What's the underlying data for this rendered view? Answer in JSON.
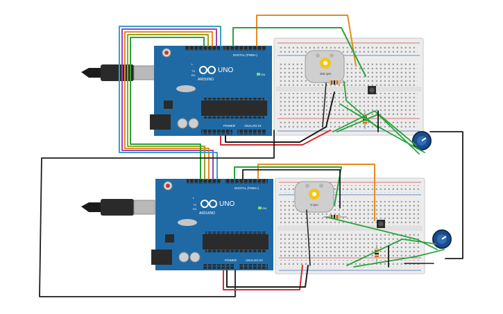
{
  "canvas": {
    "background": "#ffffff"
  },
  "colors": {
    "arduino_blue": "#1f6aa5",
    "arduino_dark": "#165384",
    "breadboard": "#ececec",
    "rail_red": "#d64a4a",
    "rail_blue": "#3b6db5",
    "wire_black": "#1b1b1b",
    "wire_red": "#d52a2a",
    "wire_green": "#27a33a",
    "wire_orange": "#e48b1f",
    "wire_purple": "#a341b8",
    "wire_olive": "#9aa11e",
    "wire_cyan": "#33a1c8",
    "pot_blue": "#1d4b8c",
    "motor_body": "#cfcfcf",
    "motor_gear": "#f3c51b"
  },
  "top_board": {
    "brand": "ARDUINO",
    "model": "UNO",
    "digital_label": "DIGITAL (PWM~)",
    "power_label": "POWER",
    "analog_label": "ANALOG IN",
    "on_label": "ON",
    "tx_label": "TX",
    "rx_label": "RX",
    "l_label": "L"
  },
  "bottom_board": {
    "brand": "ARDUINO",
    "model": "UNO",
    "digital_label": "DIGITAL (PWM~)",
    "power_label": "POWER",
    "analog_label": "ANALOG IN",
    "on_label": "ON",
    "tx_label": "TX",
    "rx_label": "RX",
    "l_label": "L"
  },
  "top_motor": {
    "label": "150 rpm",
    "icon": "dc-motor-icon"
  },
  "bottom_motor": {
    "label": "0 rpm",
    "icon": "dc-motor-icon"
  }
}
